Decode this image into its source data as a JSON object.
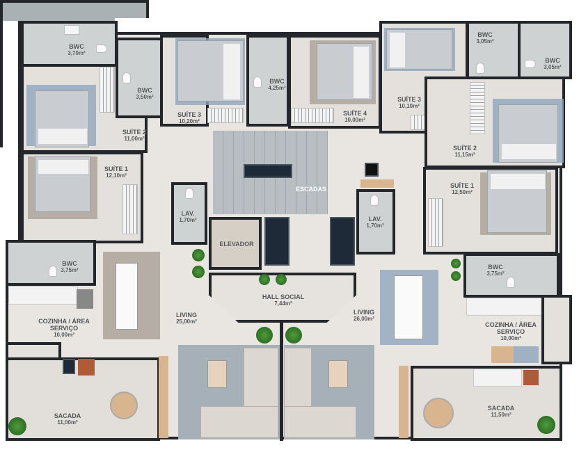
{
  "plan": {
    "rooms": [
      {
        "name": "BWC",
        "area": "3,70m²"
      },
      {
        "name": "BWC",
        "area": "3,50m²"
      },
      {
        "name": "SUÍTE 3",
        "area": "10,20m²"
      },
      {
        "name": "BWC",
        "area": "4,25m²"
      },
      {
        "name": "SUÍTE 2",
        "area": "11,00m²"
      },
      {
        "name": "SUÍTE 4",
        "area": "10,00m²"
      },
      {
        "name": "SUÍTE 3",
        "area": "10,10m²"
      },
      {
        "name": "BWC",
        "area": "3,05m²"
      },
      {
        "name": "BWC",
        "area": "3,05m²"
      },
      {
        "name": "SUÍTE 2",
        "area": "11,15m²"
      },
      {
        "name": "SUÍTE 1",
        "area": "12,10m²"
      },
      {
        "name": "ESCADAS",
        "area": ""
      },
      {
        "name": "LAV.",
        "area": "1,70m²"
      },
      {
        "name": "LAV.",
        "area": "1,70m²"
      },
      {
        "name": "SUÍTE 1",
        "area": "12,50m²"
      },
      {
        "name": "ELEVADOR",
        "area": ""
      },
      {
        "name": "BWC",
        "area": "3,75m²"
      },
      {
        "name": "BWC",
        "area": "3,75m²"
      },
      {
        "name": "HALL SOCIAL",
        "area": "7,44m²"
      },
      {
        "name": "LIVING",
        "area": "25,00m²"
      },
      {
        "name": "LIVING",
        "area": "26,00m²"
      },
      {
        "name": "COZINHA / ÁREA SERVIÇO",
        "area": "10,00m²"
      },
      {
        "name": "COZINHA / ÁREA SERVIÇO",
        "area": "10,00m²"
      },
      {
        "name": "SACADA",
        "area": "11,00m²"
      },
      {
        "name": "SACADA",
        "area": "11,50m²"
      }
    ],
    "colors": {
      "wall": "#23272b",
      "floor": "#e9e6e1",
      "stairs": "#a9b1b5"
    }
  }
}
